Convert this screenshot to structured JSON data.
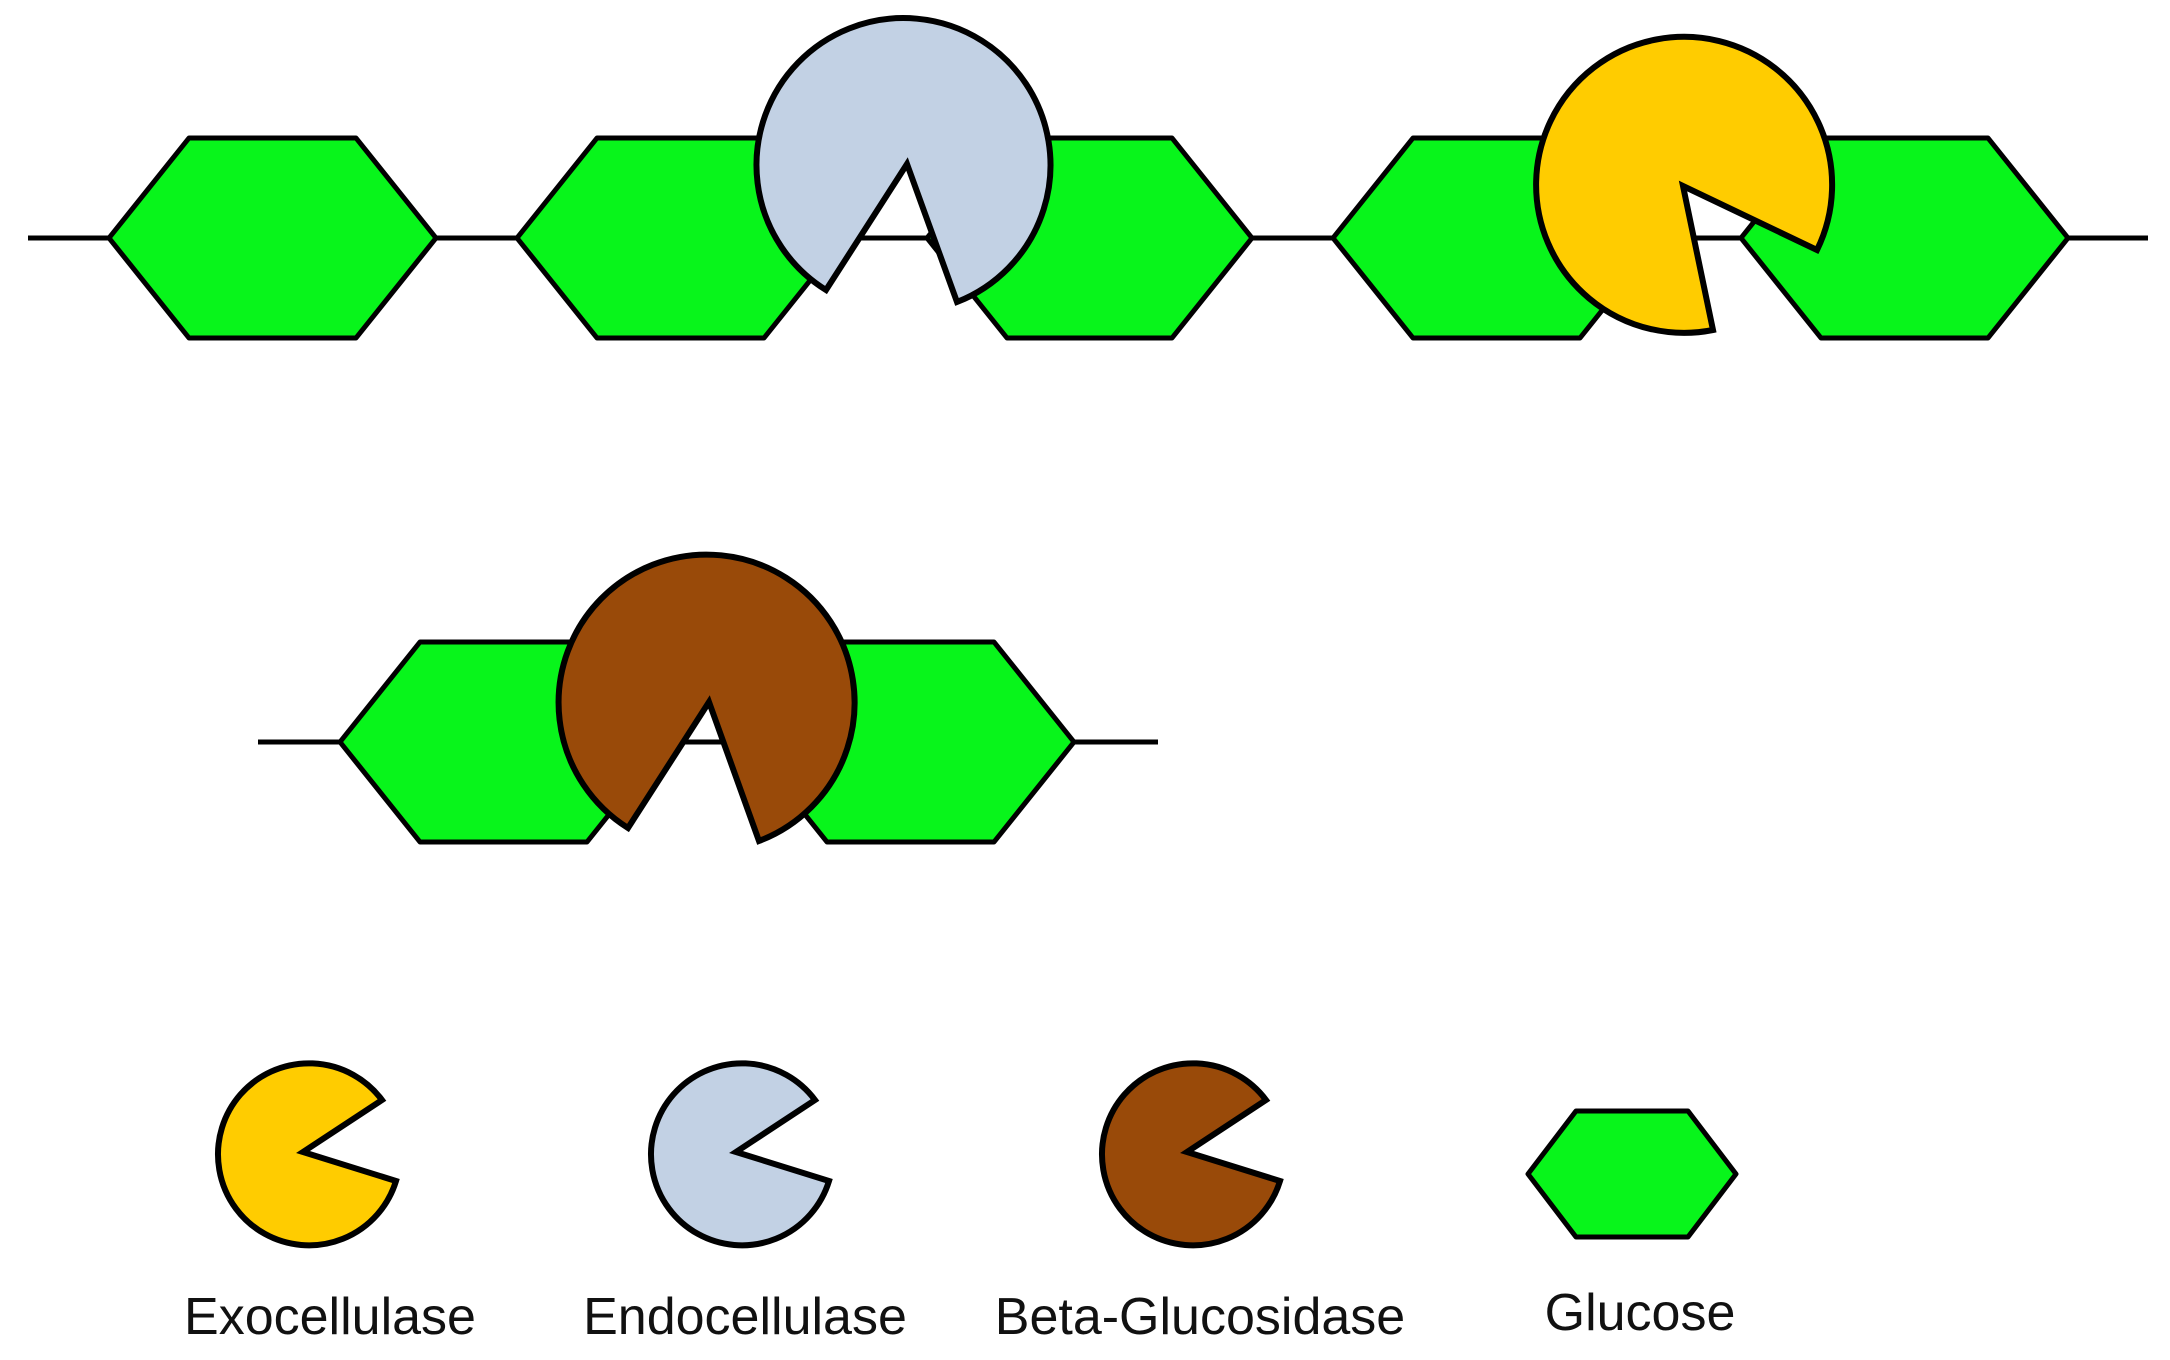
{
  "colors": {
    "glucose": "#08f51b",
    "exocellulase": "#ffcc00",
    "endocellulase": "#c2d1e4",
    "beta_glucosidase": "#994a09",
    "outline": "#000000"
  },
  "legend": [
    {
      "key": "exocellulase",
      "label": "Exocellulase",
      "color": "#ffcc00"
    },
    {
      "key": "endocellulase",
      "label": "Endocellulase",
      "color": "#c2d1e4"
    },
    {
      "key": "beta_glucosidase",
      "label": "Beta-Glucosidase",
      "color": "#994a09"
    },
    {
      "key": "glucose",
      "label": "Glucose",
      "color": "#08f51b"
    }
  ]
}
